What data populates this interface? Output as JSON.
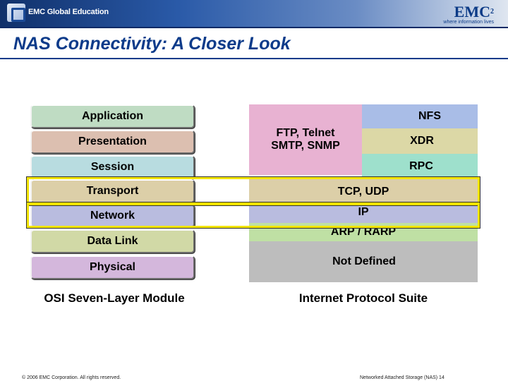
{
  "header": {
    "edu_label": "EMC Global Education",
    "brand": "EMC",
    "brand_sup": "2",
    "tagline": "where information lives"
  },
  "title": "NAS Connectivity: A Closer Look",
  "osi": {
    "caption": "OSI Seven-Layer Module",
    "layers": [
      {
        "label": "Application",
        "color": "#bfdcc3"
      },
      {
        "label": "Presentation",
        "color": "#dcbfb0"
      },
      {
        "label": "Session",
        "color": "#b8dce0"
      },
      {
        "label": "Transport",
        "color": "#dccfa8"
      },
      {
        "label": "Network",
        "color": "#b9bcdf"
      },
      {
        "label": "Data Link",
        "color": "#d1d9a6"
      },
      {
        "label": "Physical",
        "color": "#d4b7dc"
      }
    ]
  },
  "tcpip": {
    "caption": "Internet Protocol Suite",
    "app_protocols": {
      "label_line1": "FTP, Telnet",
      "label_line2": "SMTP, SNMP",
      "color": "#e8b2d2"
    },
    "nfs": {
      "label": "NFS",
      "color": "#a9bde7"
    },
    "xdr": {
      "label": "XDR",
      "color": "#dcd8a6"
    },
    "rpc": {
      "label": "RPC",
      "color": "#9ee0cc"
    },
    "transport": {
      "label": "TCP, UDP",
      "color": "#dccfa8"
    },
    "network": {
      "label": "IP",
      "color": "#b9bcdf"
    },
    "datalink": {
      "label": "ARP / RARP",
      "color": "#bfe0a4"
    },
    "physical": {
      "label": "Not Defined",
      "color": "#bdbdbd"
    }
  },
  "footer": {
    "left": "© 2006 EMC Corporation. All rights reserved.",
    "right": "Networked Attached Storage (NAS) 14"
  }
}
